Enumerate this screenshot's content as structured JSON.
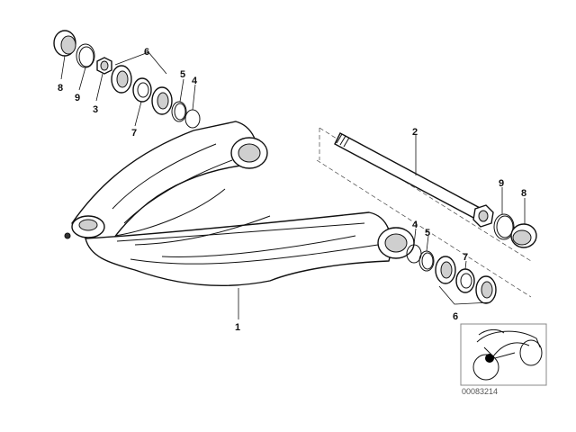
{
  "callouts": {
    "left_8": "8",
    "left_9": "9",
    "left_3": "3",
    "left_6": "6",
    "left_7": "7",
    "left_5": "5",
    "left_4": "4",
    "shaft_2": "2",
    "right_9": "9",
    "right_8": "8",
    "right_4": "4",
    "right_5": "5",
    "right_7": "7",
    "right_6": "6",
    "swingarm_1": "1"
  },
  "thumbnail": {
    "code": "00083214"
  },
  "colors": {
    "ink": "#111111",
    "marker": "#000000",
    "frame": "#888888"
  }
}
